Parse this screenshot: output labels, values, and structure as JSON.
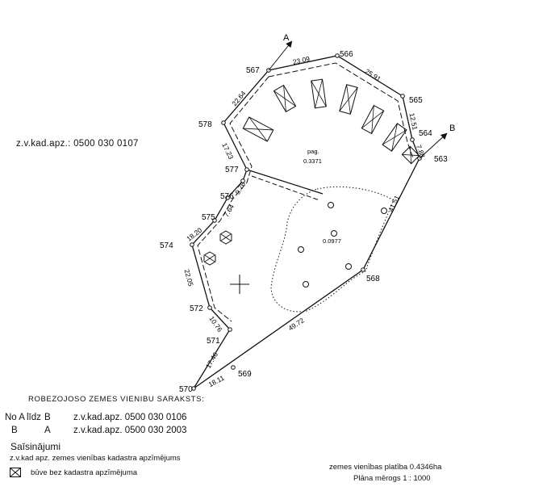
{
  "cadastral_id_label": "z.v.kad.apz.: 0500 030 0107",
  "parcel": {
    "inner_label": "pag.",
    "inner_area": "0.3371",
    "wooded_area": "0.0977"
  },
  "points": [
    {
      "id": "563",
      "label": "563"
    },
    {
      "id": "564",
      "label": "564"
    },
    {
      "id": "565",
      "label": "565"
    },
    {
      "id": "566",
      "label": "566"
    },
    {
      "id": "567",
      "label": "567"
    },
    {
      "id": "578",
      "label": "578"
    },
    {
      "id": "577",
      "label": "577"
    },
    {
      "id": "576",
      "label": "576"
    },
    {
      "id": "575",
      "label": "575"
    },
    {
      "id": "574",
      "label": "574"
    },
    {
      "id": "572",
      "label": "572"
    },
    {
      "id": "571",
      "label": "571"
    },
    {
      "id": "570",
      "label": "570"
    },
    {
      "id": "569",
      "label": "569"
    },
    {
      "id": "568",
      "label": "568"
    }
  ],
  "dimensions": [
    {
      "label": "23.09"
    },
    {
      "label": "25.91"
    },
    {
      "label": "12.51"
    },
    {
      "label": "7.88"
    },
    {
      "label": "41.51"
    },
    {
      "label": "49.72"
    },
    {
      "label": "18.11"
    },
    {
      "label": "17.46"
    },
    {
      "label": "10.76"
    },
    {
      "label": "22.05"
    },
    {
      "label": "18.20"
    },
    {
      "label": "7.64"
    },
    {
      "label": "9.76"
    },
    {
      "label": "17.23"
    },
    {
      "label": "22.64"
    }
  ],
  "direction_markers": {
    "a": "A",
    "b": "B"
  },
  "neighbors": {
    "title": "ROBEZOJOSO ZEMES VIENIBU SARAKSTS:",
    "rows": [
      {
        "no": "No A",
        "to": "līdz",
        "end": "B",
        "cad": "z.v.kad.apz. 0500 030 0106"
      },
      {
        "no": "B",
        "to": "",
        "end": "A",
        "cad": "z.v.kad.apz. 0500 030 2003"
      }
    ]
  },
  "legend": {
    "title": "Saīsinājumi",
    "line1": "z.v.kad apz. zemes vienības kadastra apzīmējums",
    "line2": "būve bez kadastra apzīmējuma"
  },
  "footer": {
    "area": "zemes vienības platība 0.4346ha",
    "scale": "Plāna mērogs 1 : 1000"
  }
}
